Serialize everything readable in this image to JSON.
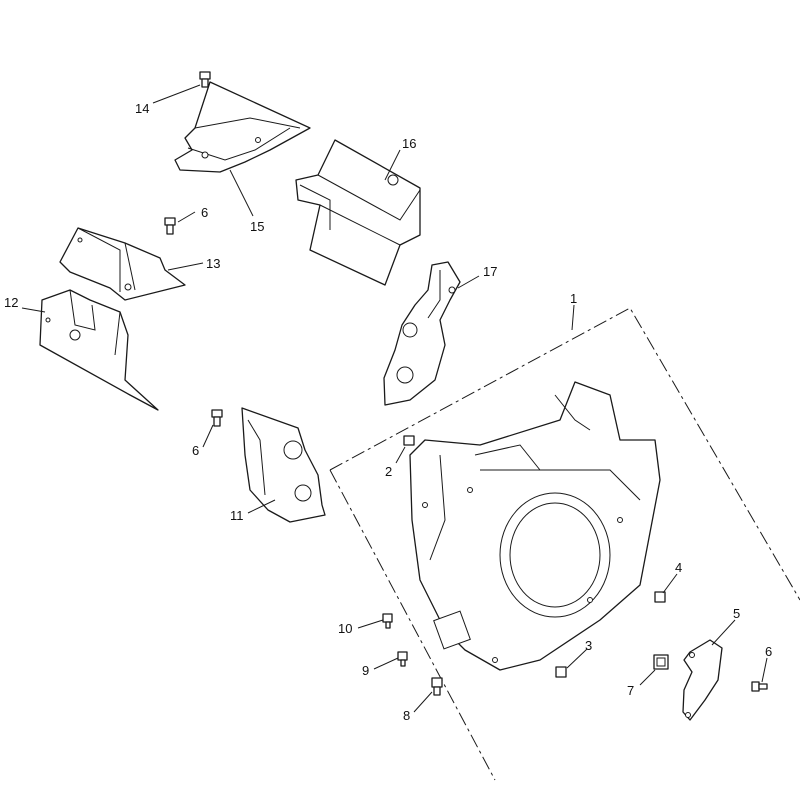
{
  "callouts": {
    "c1": "1",
    "c2": "2",
    "c3": "3",
    "c4": "4",
    "c5": "5",
    "c6a": "6",
    "c6b": "6",
    "c6c": "6",
    "c7": "7",
    "c8": "8",
    "c9": "9",
    "c10": "10",
    "c11": "11",
    "c12": "12",
    "c13": "13",
    "c14": "14",
    "c15": "15",
    "c16": "16",
    "c17": "17"
  }
}
